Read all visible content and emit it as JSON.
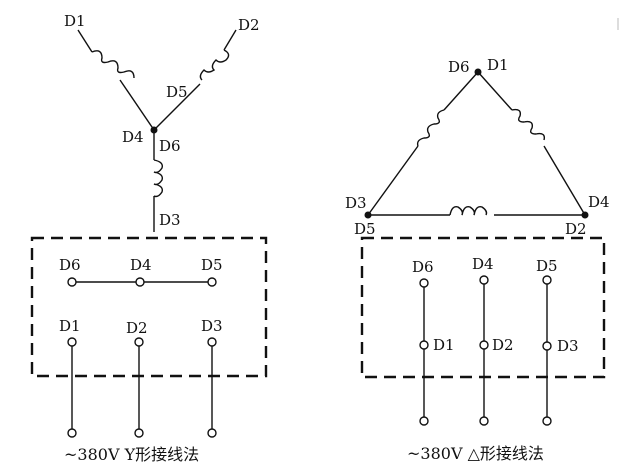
{
  "star": {
    "labels": {
      "d1": "D1",
      "d2": "D2",
      "d3": "D3",
      "d4": "D4",
      "d5": "D5",
      "d6": "D6"
    },
    "box_top": [
      "D6",
      "D4",
      "D5"
    ],
    "box_bottom": [
      "D1",
      "D2",
      "D3"
    ],
    "caption": "~380V Y形接线法"
  },
  "delta": {
    "labels": {
      "d6": "D6",
      "d1": "D1",
      "d3": "D3",
      "d5": "D5",
      "d4": "D4",
      "d2": "D2"
    },
    "box_top": [
      "D6",
      "D4",
      "D5"
    ],
    "box_mid": [
      "D1",
      "D2",
      "D3"
    ],
    "caption": "~380V △形接线法"
  }
}
